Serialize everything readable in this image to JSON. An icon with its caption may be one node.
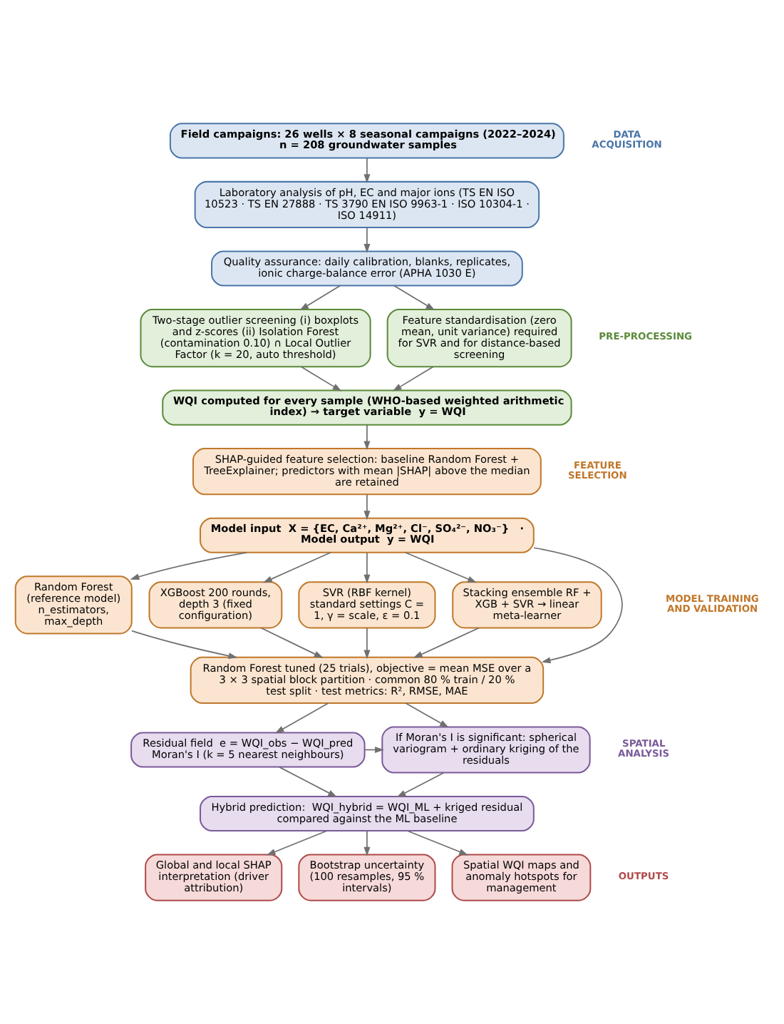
{
  "diagram": {
    "nodes": [
      {
        "text": [
          "Field campaigns: 26 wells × 8 seasonal campaigns (2022–2024) n = 208 groundwater samples"
        ]
      },
      {
        "text": [
          "Laboratory analysis of pH, EC and major ions (TS EN ISO 10523 · TS EN 27888 · TS 3790 EN ISO 9963-1 · ISO 10304-1 · ISO 14911)"
        ]
      },
      {
        "text": [
          "Quality assurance: daily calibration, blanks, replicates, ionic charge-balance error (APHA 1030 E)"
        ]
      },
      {
        "text": [
          "Two-stage outlier screening (i) boxplots and z-scores (ii) Isolation Forest (contamination 0.10) ∩ Local Outlier Factor (k = 20, auto threshold)"
        ]
      },
      {
        "text": [
          "Feature standardisation (zero mean, unit variance) required for SVR and for distance-based screening"
        ]
      },
      {
        "text": [
          "WQI computed for every sample (WHO-based weighted arithmetic index) → target variable  y = WQI"
        ]
      },
      {
        "text": [
          "SHAP-guided feature selection: baseline Random Forest + TreeExplainer; predictors with mean |SHAP| above the median are retained"
        ]
      },
      {
        "text": [
          "Model input  X = {EC, Ca²⁺, Mg²⁺, Cl⁻, SO₄²⁻, NO₃⁻}   ·   Model output  y = WQI"
        ]
      },
      {
        "text": [
          "Random Forest (reference model) n_estimators, max_depth"
        ]
      },
      {
        "text": [
          "XGBoost 200 rounds, depth 3 (fixed configuration)"
        ]
      },
      {
        "text": [
          "SVR (RBF kernel) standard settings C = 1, γ = scale, ε = 0.1"
        ]
      },
      {
        "text": [
          "Stacking ensemble RF + XGB + SVR → linear meta-learner"
        ]
      },
      {
        "text": [
          "Random Forest tuned (25 trials), objective = mean MSE over a 3 × 3 spatial block partition · common 80 % train / 20 % test split · test metrics: R², RMSE, MAE"
        ]
      },
      {
        "text": [
          "Residual field  e = WQI_obs − WQI_pred Moran's I (k = 5 nearest neighbours)"
        ]
      },
      {
        "text": [
          "If Moran's I is significant: spherical variogram + ordinary kriging of the residuals"
        ]
      },
      {
        "text": [
          "Hybrid prediction:  WQI_hybrid = WQI_ML + kriged residual compared against the ML baseline"
        ]
      },
      {
        "text": [
          "Global and local SHAP interpretation (driver attribution)"
        ]
      },
      {
        "text": [
          "Bootstrap uncertainty (100 resamples, 95 % intervals)"
        ]
      },
      {
        "text": [
          "Spatial WQI maps and anomaly hotspots for management"
        ]
      }
    ],
    "edges": [
      {
        "from": 0,
        "to": 1,
        "arrow": "to"
      },
      {
        "from": 1,
        "to": 2,
        "arrow": "to"
      },
      {
        "from": 2,
        "to": 3,
        "arrow": "to"
      },
      {
        "from": 2,
        "to": 4,
        "arrow": "to"
      },
      {
        "from": 3,
        "to": 5,
        "arrow": "to"
      },
      {
        "from": 4,
        "to": 5,
        "arrow": "to"
      },
      {
        "from": 5,
        "to": 6,
        "arrow": "to"
      },
      {
        "from": 6,
        "to": 7,
        "arrow": "to"
      },
      {
        "from": 7,
        "to": 8,
        "arrow": "to"
      },
      {
        "from": 7,
        "to": 9,
        "arrow": "to"
      },
      {
        "from": 7,
        "to": 10,
        "arrow": "to"
      },
      {
        "from": 7,
        "to": 11,
        "arrow": "to"
      },
      {
        "from": 7,
        "to": 12,
        "arrow": "to"
      },
      {
        "from": 8,
        "to": 12,
        "arrow": "to"
      },
      {
        "from": 9,
        "to": 12,
        "arrow": "to"
      },
      {
        "from": 10,
        "to": 12,
        "arrow": "to"
      },
      {
        "from": 11,
        "to": 12,
        "arrow": "to"
      },
      {
        "from": 12,
        "to": 13,
        "arrow": "to"
      },
      {
        "from": 12,
        "to": 14,
        "arrow": "to"
      },
      {
        "from": 13,
        "to": 14,
        "arrow": "to"
      },
      {
        "from": 13,
        "to": 15,
        "arrow": "to"
      },
      {
        "from": 14,
        "to": 15,
        "arrow": "to"
      },
      {
        "from": 15,
        "to": 16,
        "arrow": "to"
      },
      {
        "from": 15,
        "to": 17,
        "arrow": "to"
      },
      {
        "from": 15,
        "to": 18,
        "arrow": "to"
      }
    ],
    "labels": [
      "DATA ACQUISITION",
      "PRE-PROCESSING",
      "FEATURE SELECTION",
      "MODEL TRAINING AND VALIDATION",
      "SPATIAL ANALYSIS",
      "OUTPUTS"
    ]
  }
}
